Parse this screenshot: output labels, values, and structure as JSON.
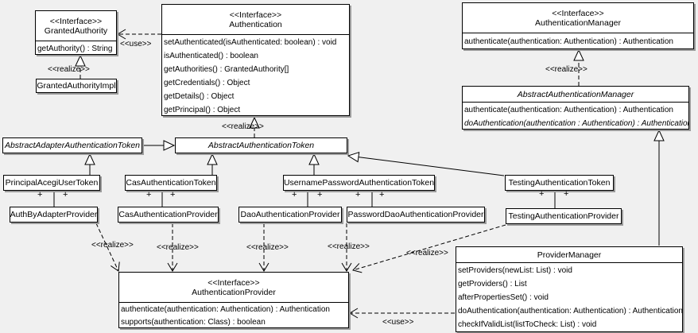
{
  "labels": {
    "use": "<<use>>",
    "realize": "<<realize>>",
    "plus": "+"
  },
  "colors": {
    "background": "#f0f0f0",
    "box_fill": "#ffffff",
    "line": "#000000",
    "shadow": "#9b9b9b"
  },
  "classes": {
    "granted_authority": {
      "stereotype": "<<Interface>>",
      "name": "GrantedAuthority",
      "methods": [
        "getAuthority() : String"
      ]
    },
    "granted_authority_impl": {
      "name": "GrantedAuthorityImpl"
    },
    "authentication": {
      "stereotype": "<<Interface>>",
      "name": "Authentication",
      "methods": [
        "setAuthenticated(isAuthenticated: boolean) : void",
        "isAuthenticated() : boolean",
        "getAuthorities() : GrantedAuthority[]",
        "getCredentials() : Object",
        "getDetails() : Object",
        "getPrincipal() : Object"
      ]
    },
    "authentication_manager": {
      "stereotype": "<<Interface>>",
      "name": "AuthenticationManager",
      "methods": [
        "authenticate(authentication: Authentication) : Authentication"
      ]
    },
    "abstract_authentication_manager": {
      "name": "AbstractAuthenticationManager",
      "methods": [
        "authenticate(authentication: Authentication) : Authentication",
        "doAuthentication(authentication : Authentication) : Authentication"
      ]
    },
    "abstract_adapter_authentication_token": {
      "name": "AbstractAdapterAuthenticationToken"
    },
    "abstract_authentication_token": {
      "name": "AbstractAuthenticationToken"
    },
    "principal_acegi_user_token": {
      "name": "PrincipalAcegiUserToken"
    },
    "cas_authentication_token": {
      "name": "CasAuthenticationToken"
    },
    "username_password_authentication_token": {
      "name": "UsernamePasswordAuthenticationToken"
    },
    "testing_authentication_token": {
      "name": "TestingAuthenticationToken"
    },
    "auth_by_adapter_provider": {
      "name": "AuthByAdapterProvider"
    },
    "cas_authentication_provider": {
      "name": "CasAuthenticationProvider"
    },
    "dao_authentication_provider": {
      "name": "DaoAuthenticationProvider"
    },
    "password_dao_authentication_provider": {
      "name": "PasswordDaoAuthenticationProvider"
    },
    "testing_authentication_provider": {
      "name": "TestingAuthenticationProvider"
    },
    "authentication_provider": {
      "stereotype": "<<Interface>>",
      "name": "AuthenticationProvider",
      "methods": [
        "authenticate(authentication: Authentication) : Authentication",
        "supports(authentication: Class) : boolean"
      ]
    },
    "provider_manager": {
      "name": "ProviderManager",
      "methods": [
        "setProviders(newList: List) : void",
        "getProviders() : List",
        "afterPropertiesSet() : void",
        "doAuthentication(authentication: Authentication) : Authentication",
        "checkIfValidList(listToCheck: List) : void"
      ]
    }
  }
}
